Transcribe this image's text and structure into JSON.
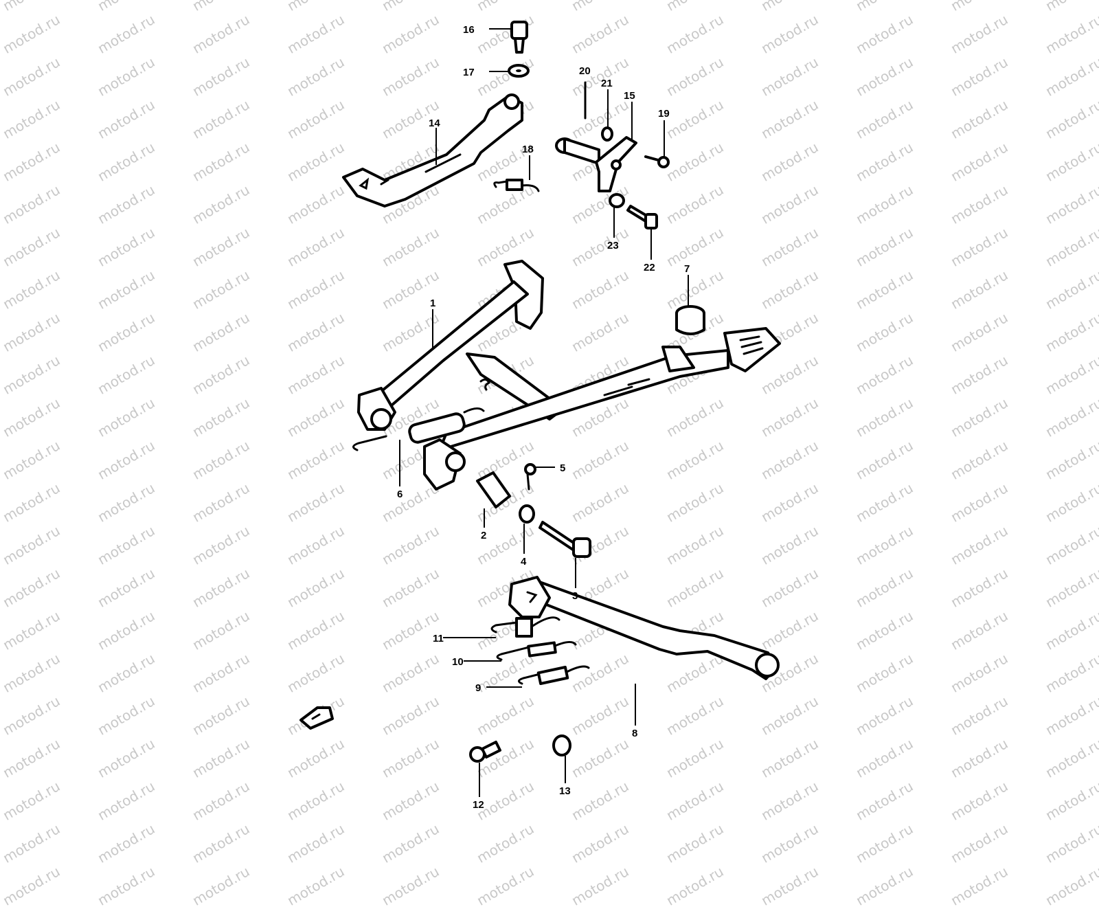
{
  "watermark": {
    "text": "motod.ru",
    "color": "#c8c8c8"
  },
  "labels": [
    "1",
    "2",
    "3",
    "4",
    "5",
    "6",
    "7",
    "8",
    "9",
    "10",
    "11",
    "12",
    "13",
    "14",
    "15",
    "16",
    "17",
    "18",
    "19",
    "20",
    "21",
    "22",
    "23"
  ],
  "icons": {
    "direction_arrow": "front-arrow-icon"
  }
}
